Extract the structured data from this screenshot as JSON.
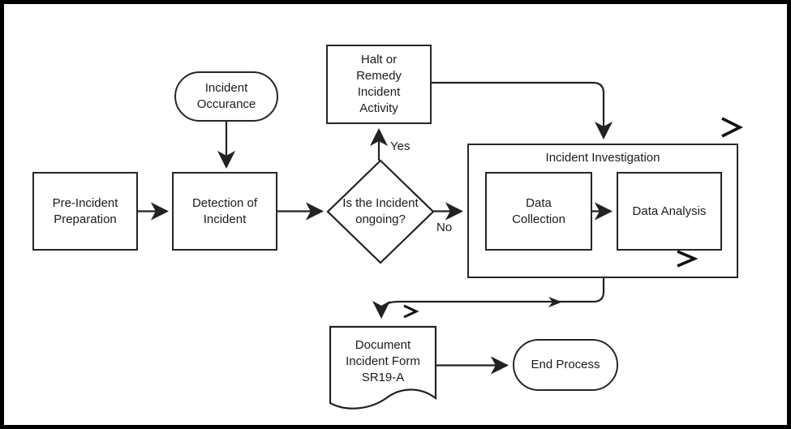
{
  "diagram": {
    "type": "flowchart",
    "nodes": {
      "preIncident": {
        "label": "Pre-Incident\nPreparation",
        "shape": "process"
      },
      "incidentOccurance": {
        "label": "Incident\nOccurance",
        "shape": "terminator"
      },
      "detection": {
        "label": "Detection of\nIncident",
        "shape": "process"
      },
      "halt": {
        "label": "Halt or\nRemedy\nIncident\nActivity",
        "shape": "process"
      },
      "decision": {
        "label": "Is the Incident\nongoing?",
        "shape": "decision"
      },
      "investigation": {
        "label": "Incident Investigation",
        "shape": "container"
      },
      "dataCollection": {
        "label": "Data\nCollection",
        "shape": "process"
      },
      "dataAnalysis": {
        "label": "Data Analysis",
        "shape": "process"
      },
      "documentForm": {
        "label": "Document\nIncident Form\nSR19-A",
        "shape": "document"
      },
      "endProcess": {
        "label": "End Process",
        "shape": "terminator"
      }
    },
    "edgeLabels": {
      "yes": "Yes",
      "no": "No"
    },
    "icons": {
      "chevron_right": ">"
    },
    "colors": {
      "stroke": "#222222",
      "text": "#1b1b1b",
      "shapeFill": "#ffffff",
      "background": "#ffffff",
      "frame": "#000000"
    }
  }
}
